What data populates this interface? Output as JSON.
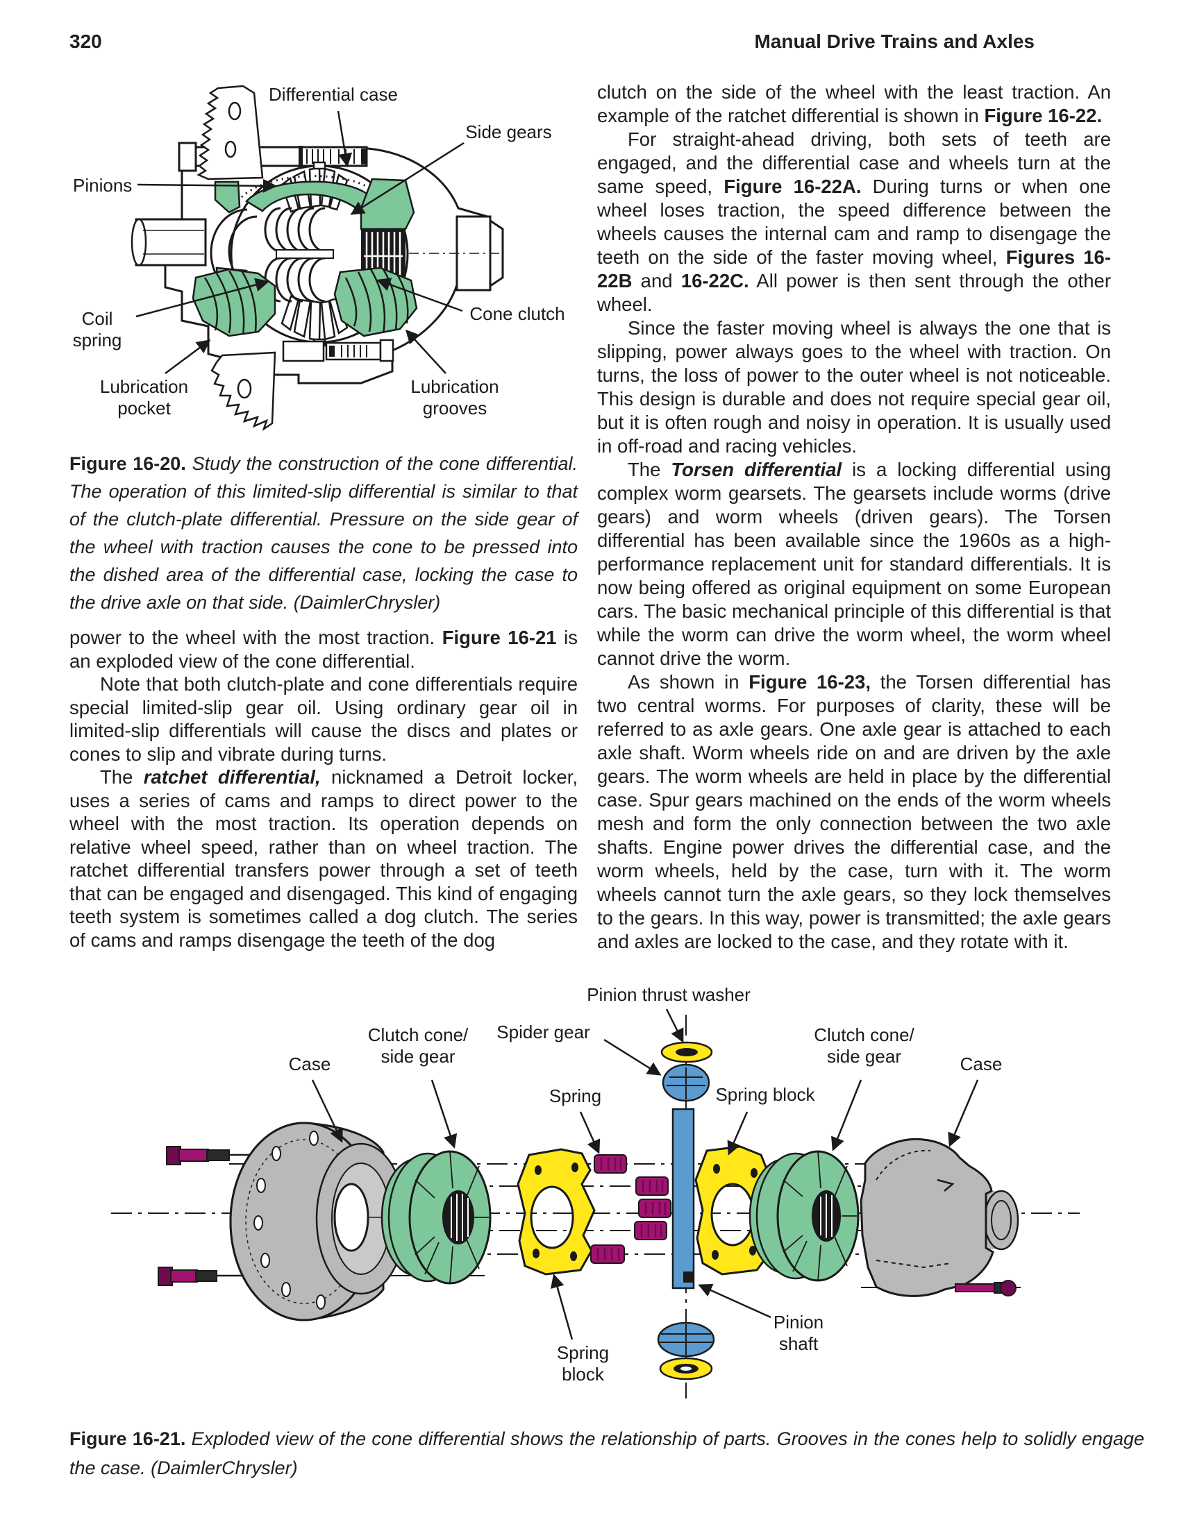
{
  "page": {
    "number": "320",
    "header": "Manual Drive Trains and Axles"
  },
  "colors": {
    "green": "#7EC79A",
    "yellow": "#FFE71A",
    "blue": "#5B9BD0",
    "magenta": "#A01371",
    "magenta_dark": "#6E0C4E",
    "gray": "#B9B9BB",
    "line": "#1A1A1A"
  },
  "figure_16_20": {
    "labels": {
      "differential_case": "Differential case",
      "side_gears": "Side gears",
      "pinions": "Pinions",
      "coil_spring": "Coil\nspring",
      "cone_clutch": "Cone clutch",
      "lubrication_pocket": "Lubrication\npocket",
      "lubrication_grooves": "Lubrication\ngrooves"
    },
    "caption": [
      {
        "t": "Figure 16-20.",
        "b": true
      },
      {
        "t": " Study the construction of the cone differential. The operation of this limited-slip differential is similar to that of the clutch-plate differential. Pressure on the side gear of the wheel with traction causes the cone to be pressed into the dished area of the differential case, locking the case to the drive axle on that side. (DaimlerChrysler)",
        "i": true
      }
    ]
  },
  "left_column": {
    "paragraphs": [
      [
        {
          "t": "power to the wheel with the most traction. "
        },
        {
          "t": "Figure 16-21",
          "b": true
        },
        {
          "t": " is an exploded view of the cone differential."
        }
      ],
      [
        {
          "t": "Note that both clutch-plate and cone differentials require special limited-slip gear oil. Using ordinary gear oil in limited-slip differentials will cause the discs and plates or cones to slip and vibrate during turns."
        }
      ],
      [
        {
          "t": "The "
        },
        {
          "t": "ratchet differential,",
          "b": true,
          "i": true
        },
        {
          "t": " nicknamed a Detroit locker, uses a series of cams and ramps to direct power to the wheel with the most traction. Its operation depends on relative wheel speed, rather than on wheel traction. The ratchet differential transfers power through a set of teeth that can be engaged and disengaged. This kind of engaging teeth system is sometimes called a dog clutch. The series of cams and ramps disengage the teeth of the dog"
        }
      ]
    ]
  },
  "right_column": {
    "paragraphs": [
      [
        {
          "t": "clutch on the side of the wheel with the least traction. An example of the ratchet differential is shown in "
        },
        {
          "t": "Figure 16-22.",
          "b": true
        }
      ],
      [
        {
          "t": "For straight-ahead driving, both sets of teeth are engaged, and the differential case and wheels turn at the same speed, "
        },
        {
          "t": "Figure 16-22A.",
          "b": true
        },
        {
          "t": " During turns or when one wheel loses traction, the speed difference between the wheels causes the internal cam and ramp to disengage the teeth on the side of the faster moving wheel, "
        },
        {
          "t": "Figures 16-22B",
          "b": true
        },
        {
          "t": " and "
        },
        {
          "t": "16-22C.",
          "b": true
        },
        {
          "t": " All power is then sent through the other wheel."
        }
      ],
      [
        {
          "t": "Since the faster moving wheel is always the one that is slipping, power always goes to the wheel with traction. On turns, the loss of power to the outer wheel is not noticeable. This design is durable and does not require special gear oil, but it is often rough and noisy in operation. It is usually used in off-road and racing vehicles."
        }
      ],
      [
        {
          "t": "The "
        },
        {
          "t": "Torsen differential",
          "b": true,
          "i": true
        },
        {
          "t": " is a locking differential using complex worm gearsets. The gearsets include worms (drive gears) and worm wheels (driven gears). The Torsen differential has been available since the 1960s as a high-performance replacement unit for standard differentials. It is now being offered as original equipment on some European cars. The basic mechanical principle of this differential is that while the worm can drive the worm wheel, the worm wheel cannot drive the worm."
        }
      ],
      [
        {
          "t": "As shown in "
        },
        {
          "t": "Figure 16-23,",
          "b": true
        },
        {
          "t": " the Torsen differential has two central worms. For purposes of clarity, these will be referred to as axle gears. One axle gear is attached to each axle shaft. Worm wheels ride on and are driven by the axle gears. The worm wheels are held in place by the differential case. Spur gears machined on the ends of the worm wheels mesh and form the only connection between the two axle shafts. Engine power drives the differential case, and the worm wheels, held by the case, turn with it. The worm wheels cannot turn the axle gears, so they lock themselves to the gears. In this way, power is transmitted; the axle gears and axles are locked to the case, and they rotate with it."
        }
      ]
    ]
  },
  "figure_16_21": {
    "labels": {
      "pinion_thrust_washer": "Pinion thrust washer",
      "spider_gear": "Spider gear",
      "clutch_cone_left": "Clutch cone/\nside gear",
      "case_left": "Case",
      "spring": "Spring",
      "spring_block_right": "Spring block",
      "clutch_cone_right": "Clutch cone/\nside gear",
      "case_right": "Case",
      "spring_block_bottom": "Spring\nblock",
      "pinion_shaft": "Pinion\nshaft"
    },
    "caption": [
      {
        "t": "Figure 16-21.",
        "b": true
      },
      {
        "t": " Exploded view of the cone differential shows the relationship of parts. Grooves in the cones help to solidly engage the case. (DaimlerChrysler)",
        "i": true
      }
    ]
  }
}
